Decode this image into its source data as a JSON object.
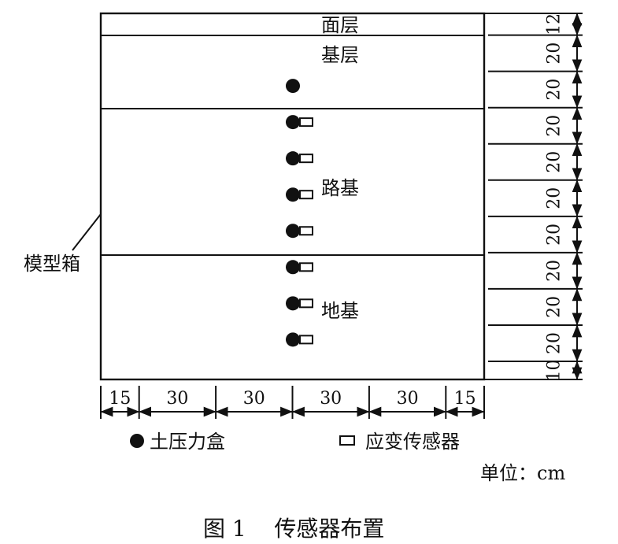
{
  "layers": {
    "surface": "面层",
    "base": "基层",
    "subgrade": "路基",
    "foundation": "地基"
  },
  "model_box_label": "模型箱",
  "vertical_dimensions": [
    "12",
    "20",
    "20",
    "20",
    "20",
    "20",
    "20",
    "20",
    "20",
    "20",
    "10"
  ],
  "horizontal_dimensions": [
    "15",
    "30",
    "30",
    "30",
    "30",
    "15"
  ],
  "legend": {
    "pressure_cell": "土压力盒",
    "strain_sensor": "应变传感器"
  },
  "unit_label": "单位：cm",
  "caption": "图 1    传感器布置",
  "sensors": [
    {
      "depth_cm": 40,
      "pressure_cell": true,
      "strain_sensor": false
    },
    {
      "depth_cm": 60,
      "pressure_cell": true,
      "strain_sensor": true
    },
    {
      "depth_cm": 80,
      "pressure_cell": true,
      "strain_sensor": true
    },
    {
      "depth_cm": 100,
      "pressure_cell": true,
      "strain_sensor": true
    },
    {
      "depth_cm": 120,
      "pressure_cell": true,
      "strain_sensor": true
    },
    {
      "depth_cm": 140,
      "pressure_cell": true,
      "strain_sensor": true
    },
    {
      "depth_cm": 160,
      "pressure_cell": true,
      "strain_sensor": true
    },
    {
      "depth_cm": 180,
      "pressure_cell": true,
      "strain_sensor": true
    }
  ]
}
